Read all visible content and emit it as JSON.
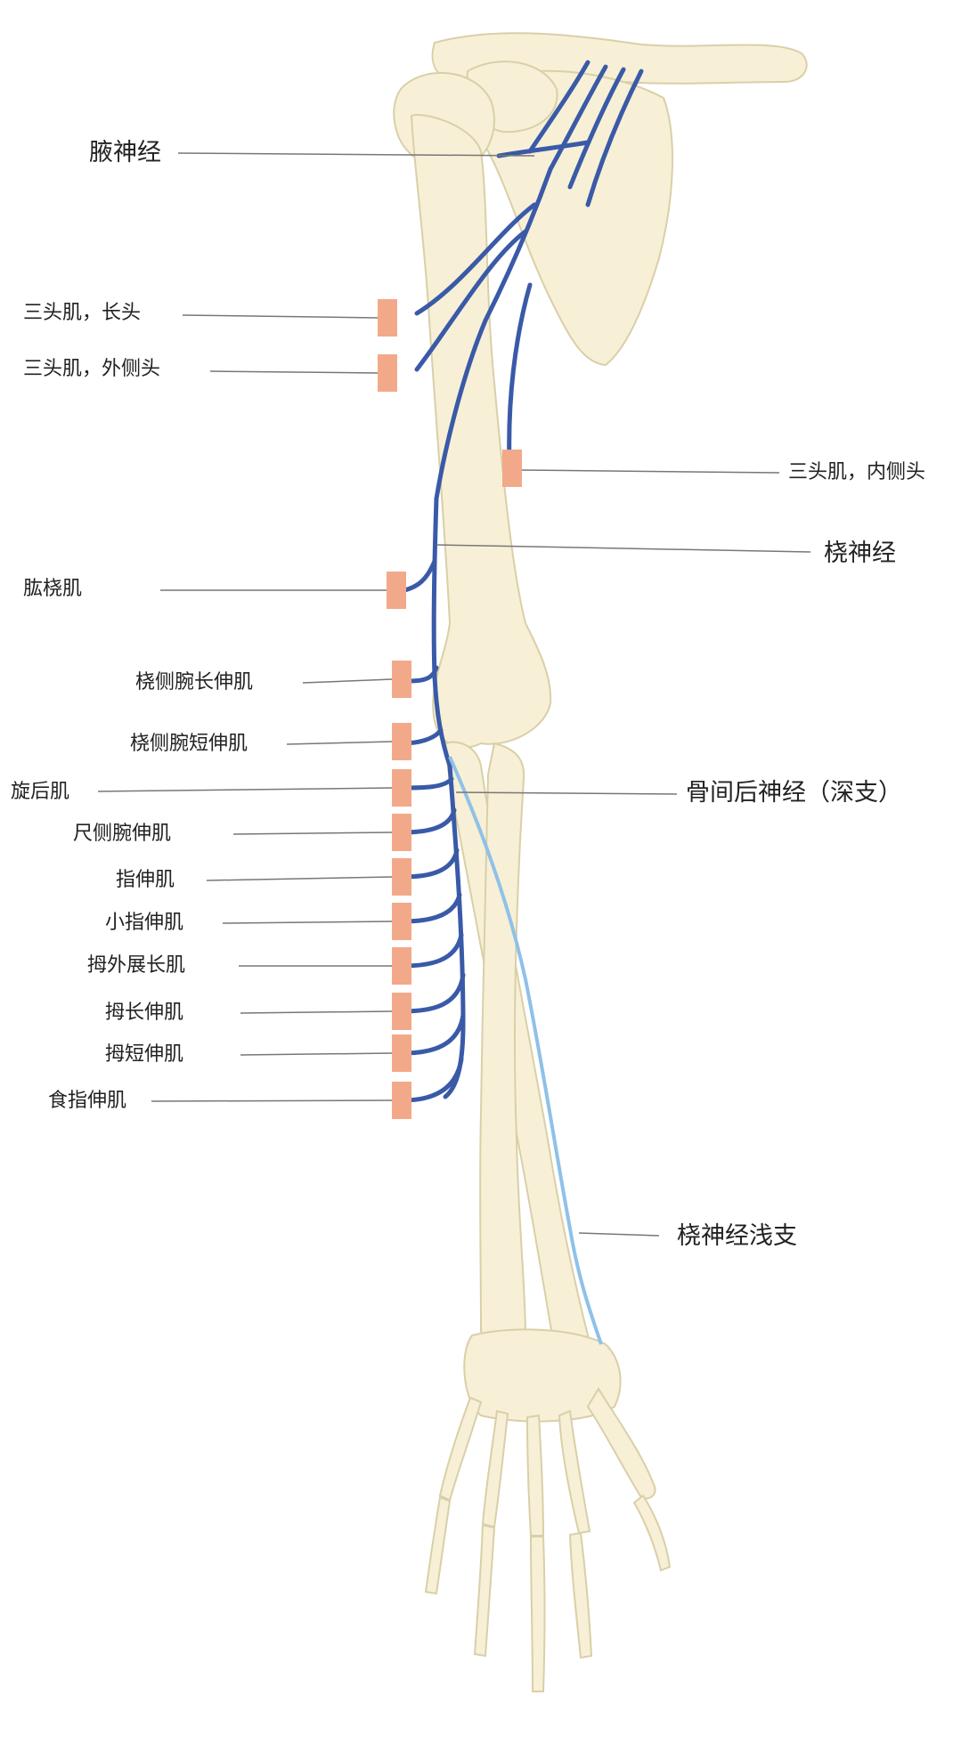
{
  "colors": {
    "bone_fill": "#f7f0d6",
    "bone_stroke": "#d9cfa8",
    "nerve": "#3a5aa8",
    "superficial_branch": "#8fc1e8",
    "muscle_marker": "#f2a98a",
    "leader_line": "#777777"
  },
  "labels": {
    "axillary_nerve": "腋神经",
    "triceps_long_head": "三头肌，长头",
    "triceps_lateral_head": "三头肌，外侧头",
    "triceps_medial_head": "三头肌，内侧头",
    "radial_nerve": "桡神经",
    "brachioradialis": "肱桡肌",
    "ecrl": "桡侧腕长伸肌",
    "ecrb": "桡侧腕短伸肌",
    "supinator": "旋后肌",
    "posterior_interosseous": "骨间后神经（深支）",
    "ecu": "尺侧腕伸肌",
    "ext_digitorum": "指伸肌",
    "ext_digiti_minimi": "小指伸肌",
    "apl": "拇外展长肌",
    "epl": "拇长伸肌",
    "epb": "拇短伸肌",
    "ext_indicis": "食指伸肌",
    "superficial_branch": "桡神经浅支"
  }
}
